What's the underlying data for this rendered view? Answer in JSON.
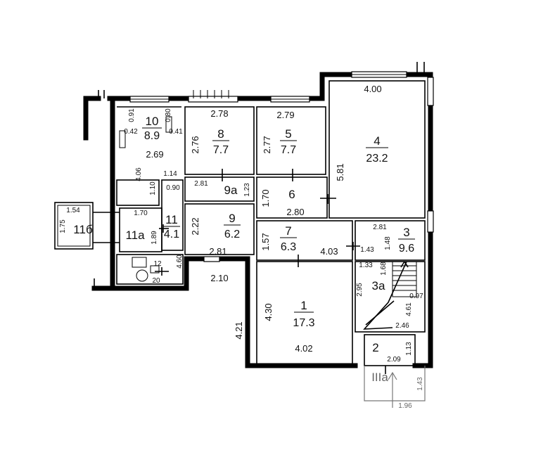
{
  "rooms": {
    "r1": {
      "num": "1",
      "area": "17.3"
    },
    "r2": {
      "num": "2"
    },
    "r3": {
      "num": "3",
      "area": "9.6"
    },
    "r3a": {
      "num": "3а"
    },
    "r4": {
      "num": "4",
      "area": "23.2"
    },
    "r5": {
      "num": "5",
      "area": "7.7"
    },
    "r6": {
      "num": "6"
    },
    "r7": {
      "num": "7",
      "area": "6.3"
    },
    "r8": {
      "num": "8",
      "area": "7.7"
    },
    "r9": {
      "num": "9",
      "area": "6.2"
    },
    "r9a": {
      "num": "9а"
    },
    "r10": {
      "num": "10",
      "area": "8.9"
    },
    "r11": {
      "num": "11",
      "area": "4.1"
    },
    "r11a": {
      "num": "11а"
    },
    "r11b": {
      "num": "11б"
    },
    "r12": {
      "num": "12"
    },
    "rIIIa": {
      "num": "IIIа"
    }
  },
  "dims": {
    "d400": "4.00",
    "d278": "2.78",
    "d279": "2.79",
    "d276": "2.76",
    "d277": "2.77",
    "d581": "5.81",
    "d269": "2.69",
    "d406": "4.06",
    "d114": "1.14",
    "d110": "1.10",
    "d090": "0.90",
    "d281a": "2.81",
    "d123": "1.23",
    "d170a": "1.70",
    "d280": "2.80",
    "d154": "1.54",
    "d175": "1.75",
    "d170b": "1.70",
    "d189": "1.89",
    "d222": "2.22",
    "d460": "4.60",
    "d281b": "2.81",
    "d157": "1.57",
    "d403": "4.03",
    "d281c": "2.81",
    "d143a": "1.43",
    "d148": "1.48",
    "d133": "1.33",
    "d168": "1.68",
    "d295": "2.95",
    "d097": "0.97",
    "d461": "4.61",
    "d246": "2.46",
    "d113": "1.13",
    "d209": "2.09",
    "d143b": "1.43",
    "d196": "1.96",
    "d210": "2.10",
    "d421": "4.21",
    "d430": "4.30",
    "d402": "4.02",
    "d091": "0.91",
    "d080": "0.80",
    "d042": "0.42",
    "d041": "0.41",
    "d20": "20"
  }
}
